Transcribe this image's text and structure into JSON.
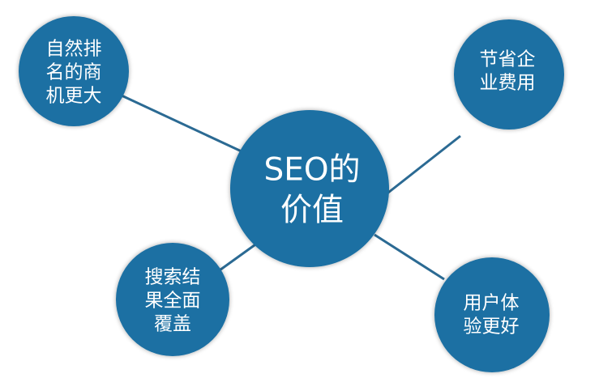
{
  "colors": {
    "node": "#1a6fa3",
    "line": "#2b6a93",
    "text": "#ffffff"
  },
  "center": {
    "lines": [
      "SEO的",
      "价值"
    ]
  },
  "nodes": {
    "top_left": {
      "lines": [
        "自然排",
        "名的商",
        "机更大"
      ]
    },
    "top_right": {
      "lines": [
        "节省企",
        "业费用"
      ]
    },
    "bottom_left": {
      "lines": [
        "搜索结",
        "果全面",
        "覆盖"
      ]
    },
    "bottom_right": {
      "lines": [
        "用户体",
        "验更好"
      ]
    }
  }
}
